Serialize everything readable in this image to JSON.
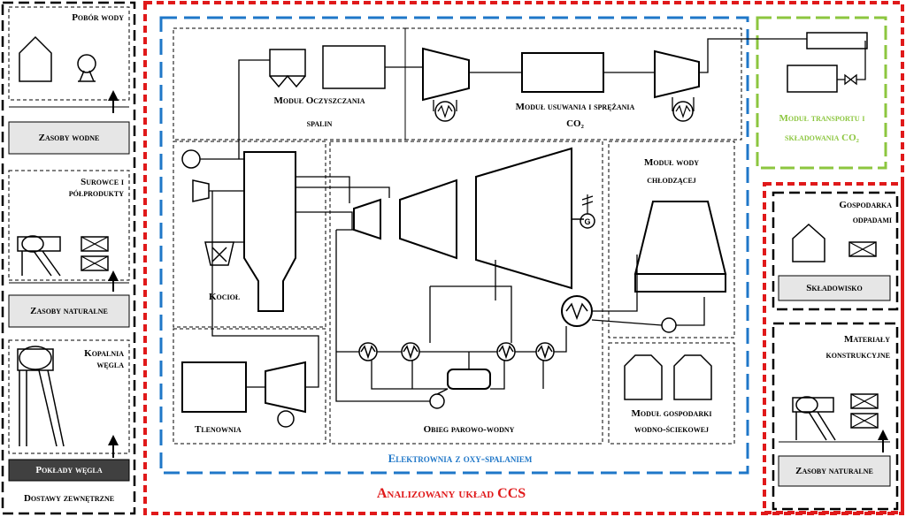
{
  "left_column": {
    "water_intake": "Pobór wody",
    "water_resources": "Zasoby wodne",
    "raw_materials": "Surowce i półprodukty",
    "natural_resources": "Zasoby naturalne",
    "coal_mine": "Kopalnia węgla",
    "coal_seams": "Pokłady węgla",
    "external_supplies": "Dostawy zewnętrzne"
  },
  "ccs": {
    "title": "Analizowany układ CCS",
    "power_plant": "Elektrownia z oxy-spalaniem",
    "flue_gas_cleaning": [
      "Moduł Oczyszczania",
      "spalin"
    ],
    "co2_removal": [
      "Moduł usuwania i sprężania",
      "CO₂"
    ],
    "boiler": "Kocioł",
    "air_separation": "Tlenownia",
    "steam_cycle": "Obieg parowo-wodny",
    "cooling_water": [
      "Moduł wody",
      "chłodzącej"
    ],
    "wastewater": [
      "Moduł gospodarki",
      "wodno-ściekowej"
    ],
    "generator_symbol": "G"
  },
  "transport": [
    "Moduł transportu i",
    "składowania CO₂"
  ],
  "right_column": {
    "waste_management": [
      "Gospodarka",
      "odpadami"
    ],
    "landfill": "Składowisko",
    "construction_materials": [
      "Materiały",
      "konstrukcyjne"
    ],
    "natural_resources": "Zasoby naturalne"
  },
  "colors": {
    "ccs_border": "#e0191a",
    "plant_border": "#1f77c8",
    "transport_border": "#8cc63f",
    "plant_label": "#1f77c8",
    "ccs_label": "#e0191a",
    "transport_label": "#8cc63f",
    "resource_fill": "#e6e6e6",
    "coal_fill": "#404040"
  }
}
